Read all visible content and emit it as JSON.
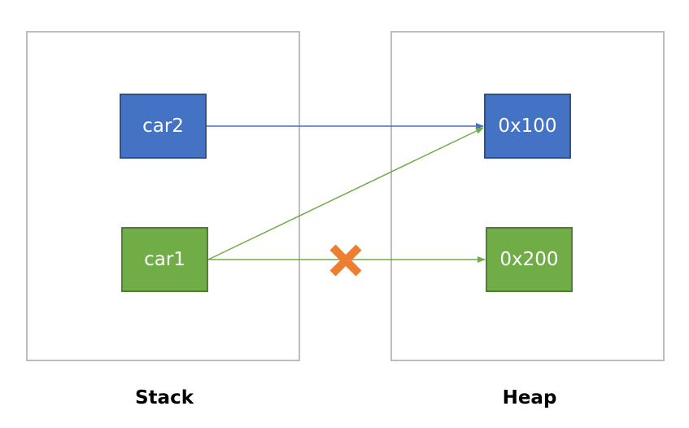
{
  "regions": {
    "stack": {
      "caption": "Stack"
    },
    "heap": {
      "caption": "Heap"
    }
  },
  "nodes": {
    "car2": {
      "label": "car2",
      "color": "#4472c4"
    },
    "car1": {
      "label": "car1",
      "color": "#70ad47"
    },
    "addr100": {
      "label": "0x100",
      "color": "#4472c4"
    },
    "addr200": {
      "label": "0x200",
      "color": "#70ad47"
    }
  },
  "edges": [
    {
      "from": "car2",
      "to": "0x100",
      "color": "#4472c4",
      "status": "active"
    },
    {
      "from": "car1",
      "to": "0x100",
      "color": "#70ad47",
      "status": "active"
    },
    {
      "from": "car1",
      "to": "0x200",
      "color": "#70ad47",
      "status": "removed"
    }
  ],
  "markers": {
    "removed_reference": {
      "icon": "cross-mark-icon",
      "color": "#ed7d31"
    }
  }
}
